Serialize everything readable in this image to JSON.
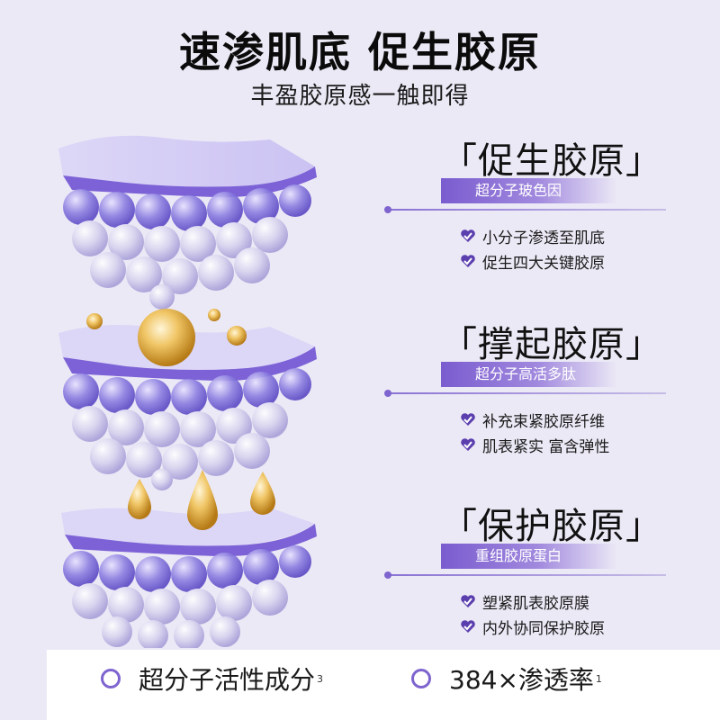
{
  "header": {
    "title": "速渗肌底 促生胶原",
    "subtitle": "丰盈胶原感一触即得"
  },
  "features": [
    {
      "title": "「促生胶原」",
      "tag": "超分子玻色因",
      "bullets": [
        "小分子渗透至肌底",
        "促生四大关键胶原"
      ],
      "illustration": "skin-layers-illustration"
    },
    {
      "title": "「撑起胶原」",
      "tag": "超分子高活多肽",
      "bullets": [
        "补充束紧胶原纤维",
        "肌表紧实 富含弹性"
      ],
      "illustration": "skin-layers-golden-spheres-illustration"
    },
    {
      "title": "「保护胶原」",
      "tag": "重组胶原蛋白",
      "bullets": [
        "塑紧肌表胶原膜",
        "内外协同保护胶原"
      ],
      "illustration": "skin-layers-golden-droplets-illustration"
    }
  ],
  "bottom": {
    "items": [
      {
        "text": "超分子活性成分",
        "sup": "3",
        "icon": "circle-icon"
      },
      {
        "text": "384×渗透率",
        "sup": "1",
        "icon": "circle-icon"
      }
    ]
  },
  "colors": {
    "background": "#ece9f6",
    "accent": "#7e64cf",
    "gold": "#e6a92a"
  }
}
